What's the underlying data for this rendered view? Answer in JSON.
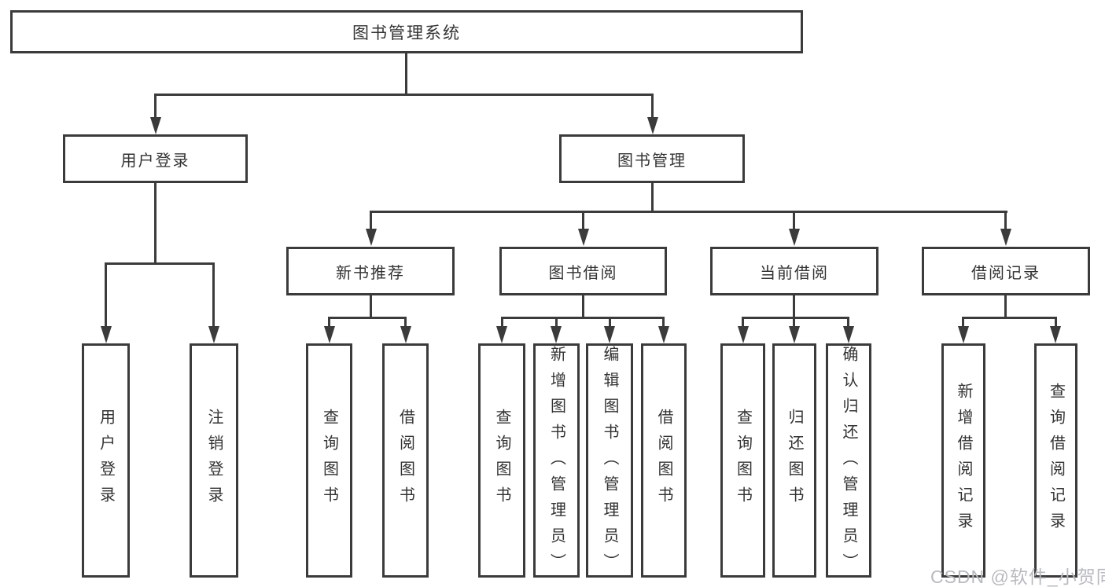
{
  "tree": {
    "root": {
      "label": "图书管理系统"
    },
    "branches": [
      {
        "label": "用户登录",
        "children": [
          {
            "label": "用户登录"
          },
          {
            "label": "注销登录"
          }
        ]
      },
      {
        "label": "图书管理",
        "children": [
          {
            "label": "新书推荐",
            "children": [
              {
                "label": "查询图书"
              },
              {
                "label": "借阅图书"
              }
            ]
          },
          {
            "label": "图书借阅",
            "children": [
              {
                "label": "查询图书"
              },
              {
                "label": "新增图书（管理员）"
              },
              {
                "label": "编辑图书（管理员）"
              },
              {
                "label": "借阅图书"
              }
            ]
          },
          {
            "label": "当前借阅",
            "children": [
              {
                "label": "查询图书"
              },
              {
                "label": "归还图书"
              },
              {
                "label": "确认归还（管理员）"
              }
            ]
          },
          {
            "label": "借阅记录",
            "children": [
              {
                "label": "新增借阅记录"
              },
              {
                "label": "查询借阅记录"
              }
            ]
          }
        ]
      }
    ]
  },
  "watermark": "CSDN @软件_小贺同学",
  "colors": {
    "line": "#3b3b3b",
    "text": "#333333",
    "background": "#ffffff",
    "watermark": "#b7babf"
  }
}
